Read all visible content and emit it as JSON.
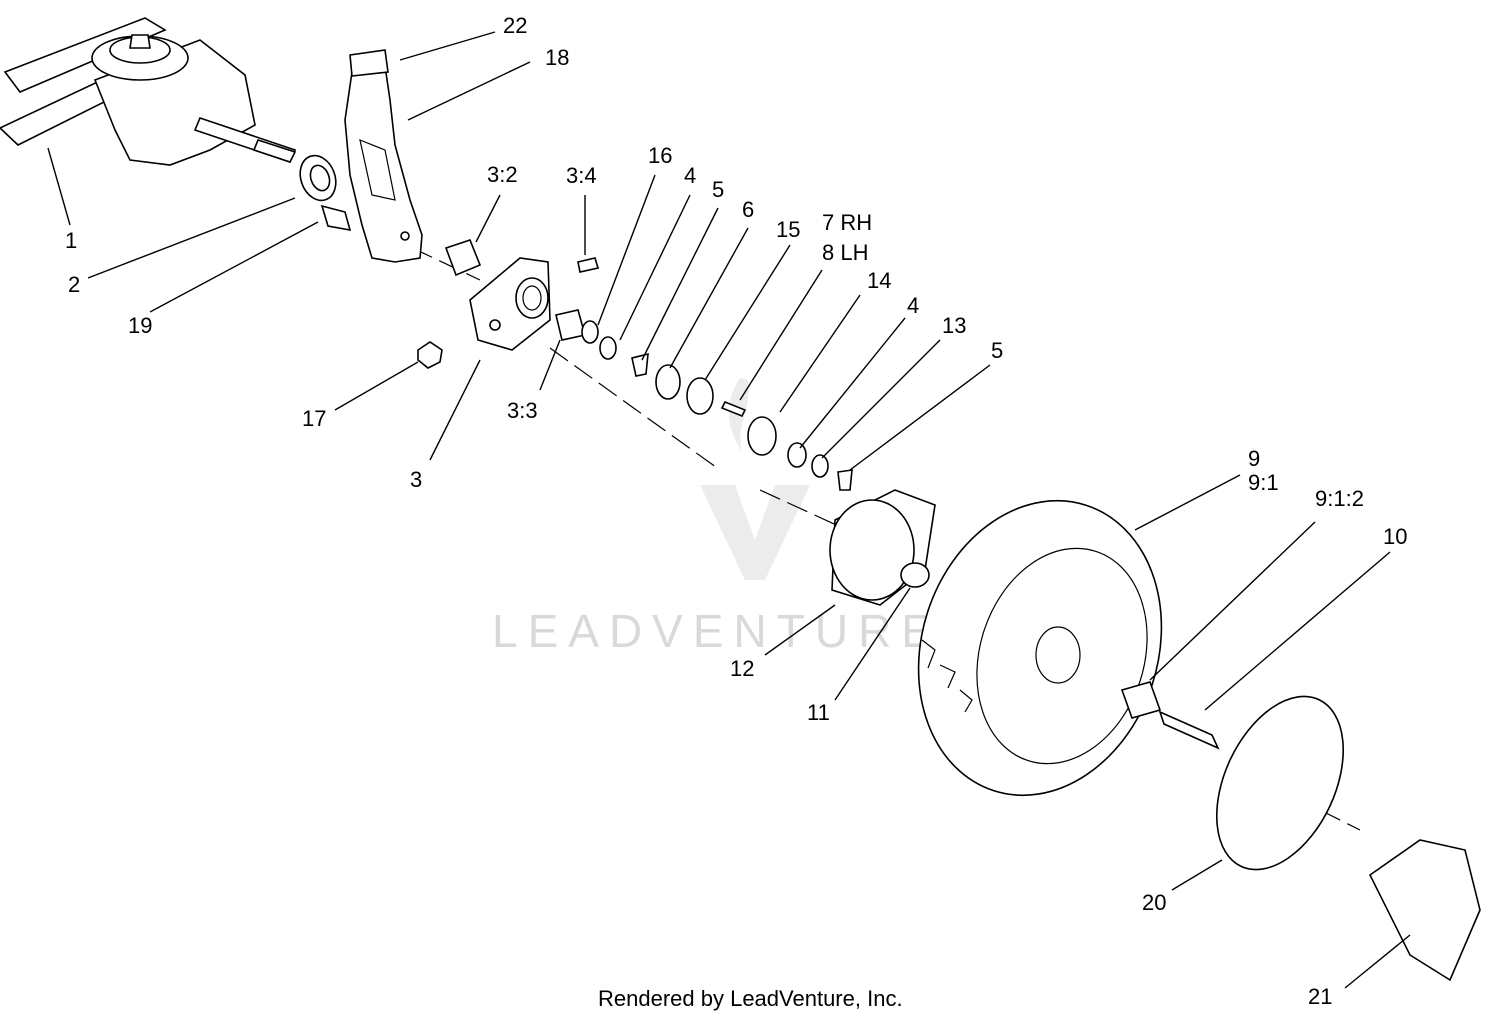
{
  "watermark": {
    "text": "LEADVENTURE"
  },
  "credit": {
    "text": "Rendered by LeadVenture, Inc."
  },
  "callouts": {
    "c1": "1",
    "c2": "2",
    "c3": "3",
    "c3_2": "3:2",
    "c3_3": "3:3",
    "c3_4": "3:4",
    "c4a": "4",
    "c4b": "4",
    "c5a": "5",
    "c5b": "5",
    "c6": "6",
    "c7": "7 RH",
    "c8": "8 LH",
    "c9": "9",
    "c9_1": "9:1",
    "c9_1_2": "9:1:2",
    "c10": "10",
    "c11": "11",
    "c12": "12",
    "c13": "13",
    "c14": "14",
    "c15": "15",
    "c16": "16",
    "c17": "17",
    "c18": "18",
    "c19": "19",
    "c20": "20",
    "c21": "21",
    "c22": "22"
  }
}
